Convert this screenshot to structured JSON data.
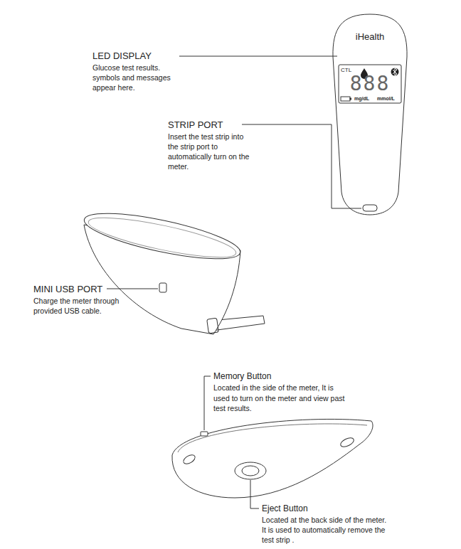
{
  "diagram": {
    "labels": [
      "iHealth",
      "CTL",
      "888",
      "mg/dL",
      "mmol/L",
      "LED DISPLAY",
      "Glucose test results. symbols and messages appear here.",
      "STRIP PORT",
      "Insert the test strip into the strip port to automatically turn on the meter.",
      "MINI USB PORT",
      "Charge the meter through provided USB cable.",
      "Memory Button",
      "Located in the side of the meter, It is used to turn on the meter and view past test results.",
      "Eject Button",
      "Located at the back side of the meter. It is used to automatically remove the test strip ."
    ]
  }
}
